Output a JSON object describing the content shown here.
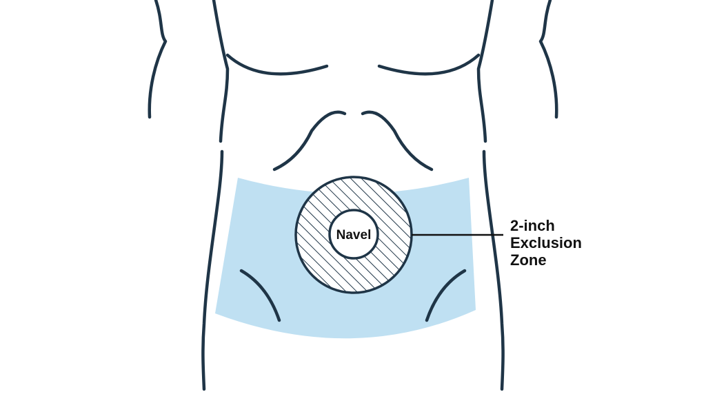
{
  "labels": {
    "navel": "Navel",
    "exclusion_zone_lines": [
      "2-inch",
      "Exclusion",
      "Zone"
    ]
  },
  "colors": {
    "outline": "#1f3547",
    "injection_area": "#bfe0f2",
    "zone_hatch": "#1f3547",
    "navel_fill": "#ffffff",
    "background": "#ffffff"
  }
}
